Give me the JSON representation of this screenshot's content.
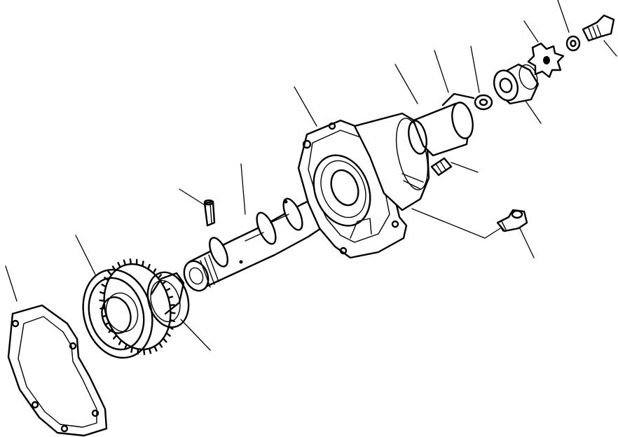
{
  "figure": {
    "parts": [
      "gasket",
      "gear",
      "thrust-washer",
      "spring-pin",
      "shaft",
      "housing",
      "bushing",
      "snap-ring",
      "sleeve-bearing",
      "star-coupling",
      "washer",
      "cap-bolt",
      "set-screw",
      "mounting-bolt"
    ],
    "colors": {
      "ink": "#000000",
      "paper": "#ffffff"
    }
  }
}
